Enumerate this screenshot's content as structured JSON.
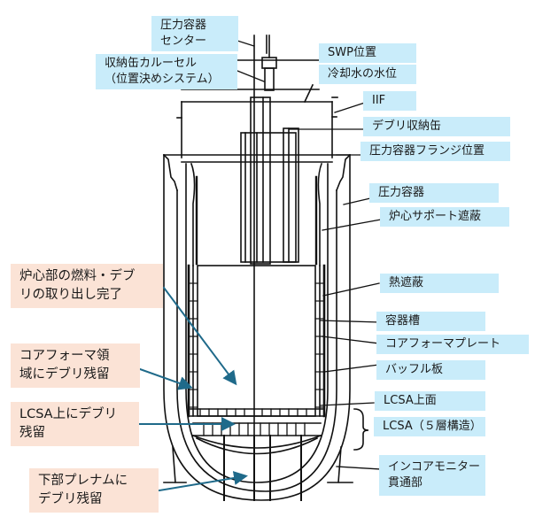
{
  "colors": {
    "label_blue": "#c9ecfa",
    "label_pink": "#fbe3d6",
    "arrow": "#1f6a8a",
    "drawing": "#111111"
  },
  "component_labels": [
    {
      "id": "rpv-center",
      "lines": [
        "圧力容器",
        "センター"
      ]
    },
    {
      "id": "canister-carousel",
      "lines": [
        "収納缶カルーセル",
        "（位置決めシステム）"
      ]
    },
    {
      "id": "swp-position",
      "lines": [
        "SWP位置"
      ]
    },
    {
      "id": "coolant-level",
      "lines": [
        "冷却水の水位"
      ]
    },
    {
      "id": "iif",
      "lines": [
        "IIF"
      ]
    },
    {
      "id": "debris-canister",
      "lines": [
        "デブリ収納缶"
      ]
    },
    {
      "id": "rpv-flange",
      "lines": [
        "圧力容器フランジ位置"
      ]
    },
    {
      "id": "rpv",
      "lines": [
        "圧力容器"
      ]
    },
    {
      "id": "core-support-shield",
      "lines": [
        "炉心サポート遮蔽"
      ]
    },
    {
      "id": "thermal-shield",
      "lines": [
        "熱遮蔽"
      ]
    },
    {
      "id": "vessel-tank",
      "lines": [
        "容器槽"
      ]
    },
    {
      "id": "core-former-plate",
      "lines": [
        "コアフォーマプレート"
      ]
    },
    {
      "id": "baffle-plate",
      "lines": [
        "バッフル板"
      ]
    },
    {
      "id": "lcsa-top",
      "lines": [
        "LCSA上面"
      ]
    },
    {
      "id": "lcsa",
      "lines": [
        "LCSA（５層構造）"
      ]
    },
    {
      "id": "incore-monitor",
      "lines": [
        "インコアモニター",
        "貫通部"
      ]
    }
  ],
  "status_labels": [
    {
      "id": "core-removal-complete",
      "lines": [
        "炉心部の燃料・デブ",
        "リの取り出し完了"
      ]
    },
    {
      "id": "core-former-debris",
      "lines": [
        "コアフォーマ領",
        "域にデブリ残留"
      ]
    },
    {
      "id": "lcsa-debris",
      "lines": [
        "LCSA上にデブリ",
        "残留"
      ]
    },
    {
      "id": "lower-plenum-debris",
      "lines": [
        "下部プレナムに",
        "デブリ残留"
      ]
    }
  ]
}
